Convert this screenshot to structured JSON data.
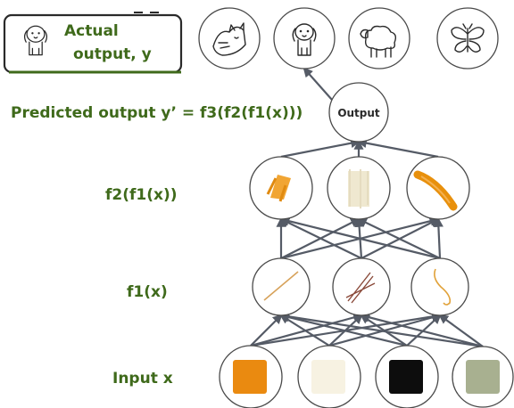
{
  "actual_box": {
    "label_line1": "Actual",
    "label_line2": "output, y",
    "icon": "dog-sketch-icon"
  },
  "labels": {
    "predicted": "Predicted output y’ = f3(f2(f1(x)))",
    "f2": "f2(f1(x))",
    "f1": "f1(x)",
    "input": "Input x"
  },
  "output_node": {
    "label": "Output"
  },
  "class_images": [
    {
      "name": "cat",
      "icon": "cat-sketch-icon"
    },
    {
      "name": "dog",
      "icon": "dog-sketch-icon"
    },
    {
      "name": "sheep",
      "icon": "sheep-sketch-icon"
    },
    {
      "name": "butterfly",
      "icon": "butterfly-sketch-icon"
    }
  ],
  "input_nodes": [
    {
      "name": "orange",
      "color": "#ea8a10"
    },
    {
      "name": "cream",
      "color": "#f7f2e2"
    },
    {
      "name": "black",
      "color": "#0d0d0d"
    },
    {
      "name": "sage",
      "color": "#a8b090"
    }
  ],
  "f1_nodes": [
    {
      "name": "thin-line",
      "color": "#d7a25a"
    },
    {
      "name": "crossed-lines",
      "color": "#8a4a3a"
    },
    {
      "name": "curve",
      "color": "#e1a23a"
    }
  ],
  "f2_nodes": [
    {
      "name": "orange-patch",
      "color": "#f0a028"
    },
    {
      "name": "cream-patch",
      "color": "#efe8d0"
    },
    {
      "name": "orange-stroke",
      "color": "#e8900c"
    }
  ]
}
